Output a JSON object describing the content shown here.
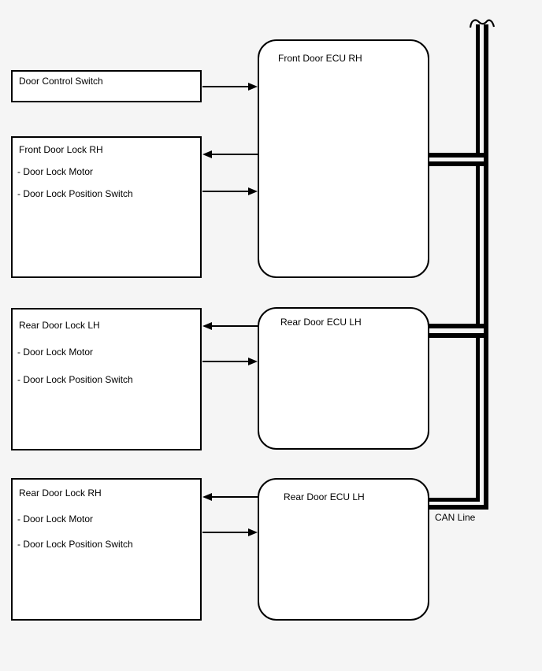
{
  "diagram": {
    "colors": {
      "background": "#f5f5f5",
      "box_fill": "#ffffff",
      "line": "#000000"
    },
    "left_boxes": [
      {
        "title": "Door Control Switch",
        "items": []
      },
      {
        "title": "Front Door Lock RH",
        "items": [
          "- Door Lock Motor",
          "- Door Lock Position Switch"
        ]
      },
      {
        "title": "Rear Door Lock LH",
        "items": [
          "- Door Lock Motor",
          "- Door Lock Position Switch"
        ]
      },
      {
        "title": "Rear Door Lock RH",
        "items": [
          "- Door Lock Motor",
          "- Door Lock Position Switch"
        ]
      }
    ],
    "ecu_boxes": [
      {
        "title": "Front Door ECU RH"
      },
      {
        "title": "Rear Door ECU LH"
      },
      {
        "title": "Rear Door ECU LH"
      }
    ],
    "can_label": "CAN Line"
  }
}
